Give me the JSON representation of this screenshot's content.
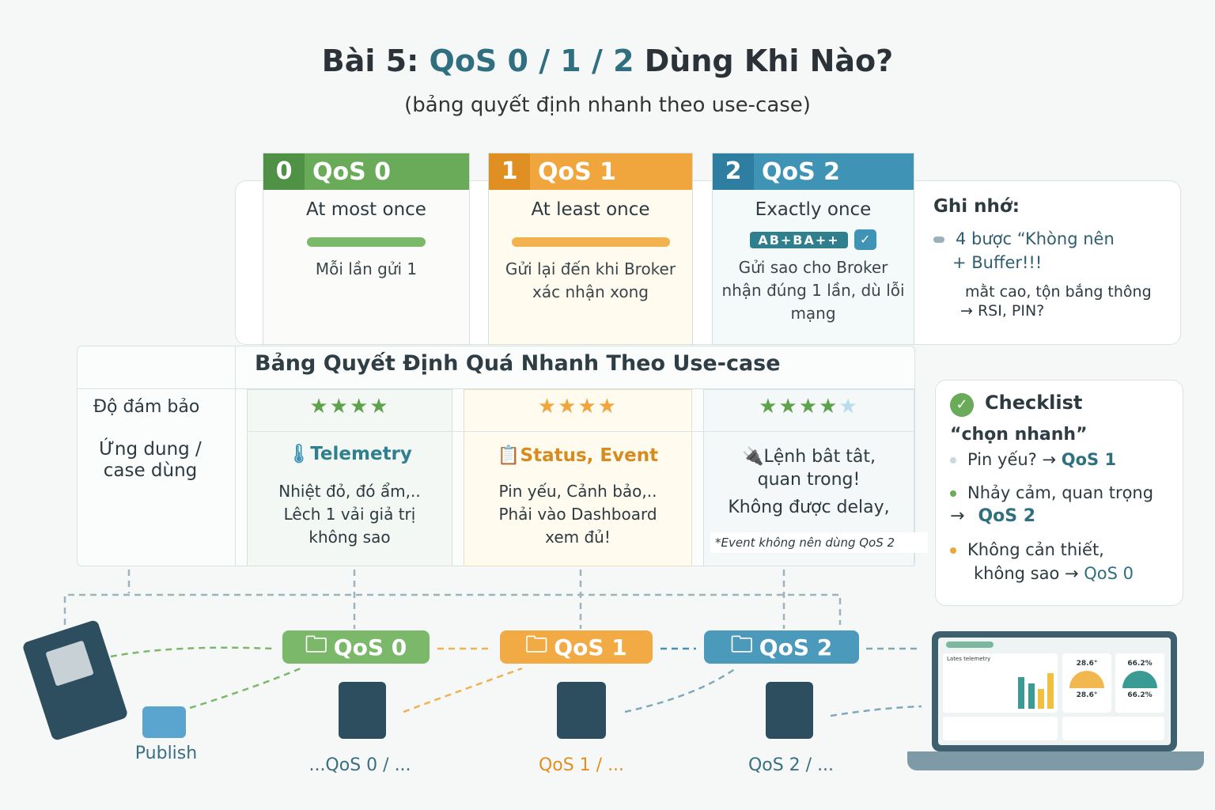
{
  "title": {
    "prefix": "Bài 5: ",
    "qos": "QoS 0 / 1 / 2",
    "suffix": " Dùng Khi Nào?"
  },
  "subtitle": "(bảng quyết định nhanh theo use-case)",
  "cards": [
    {
      "num": "0",
      "name": "QoS 0",
      "mode": "At most once",
      "desc": "Mỗi lần gửi 1",
      "color": "#6aab5a"
    },
    {
      "num": "1",
      "name": "QoS 1",
      "mode": "At least once",
      "desc": "Gửi lại đến khi Broker xác nhận xong",
      "color": "#f0a63c"
    },
    {
      "num": "2",
      "name": "QoS 2",
      "mode": "Exactly once",
      "handshake": "AB+BA++",
      "desc": "Gửi sao cho Broker nhận đúng 1 lần, dù lỗi mạng",
      "color": "#3f93b5"
    }
  ],
  "note": {
    "title": "Ghi nhớ:",
    "line1": "4 bược “Khòng nên",
    "line2": "+ Buffer!!!",
    "line3": "mằt cao, tộn bắng thông",
    "line4": "→ RSI, PIN?"
  },
  "table": {
    "title": "Bảng Quyết Định Quá Nhanh Theo Use-case",
    "row1": "Độ đám bảo",
    "row2": "Ứng dung / case dùng",
    "cols": [
      {
        "stars": "★★★★",
        "head": "Telemetry",
        "l1": "Nhiệt đỏ, đó ẩm,..",
        "l2": "Lêch 1 vải giả trị",
        "l3": "không sao"
      },
      {
        "stars": "★★★★",
        "head": "Status, Event",
        "l1": "Pin yếu, Cảnh bảo,..",
        "l2": "Phải vào Dashboard",
        "l3": "xem đủ!"
      },
      {
        "stars": "★★★★",
        "star5": "★",
        "head": "Lệnh bât tât,",
        "head2": "quan trong!",
        "l1": "Không được delay,",
        "note": "*Event không nên dùng QoS 2"
      }
    ]
  },
  "checklist": {
    "title": "Checklist",
    "sub": "“chọn nhanh”",
    "i1": "Pin yếu?",
    "i1b": "QoS 1",
    "i2": "Nhảy cảm, quan trọng",
    "i2b": "QoS 2",
    "i3": "Không cản thiết,",
    "i3b": "không sao",
    "i3c": "QoS 0"
  },
  "flow": {
    "p0": "QoS 0",
    "p1": "QoS 1",
    "p2": "QoS 2",
    "publish": "Publish",
    "l0": "...QoS 0 / ...",
    "l1": "QoS 1 / ...",
    "l2": "QoS 2 / ..."
  },
  "dashboard": {
    "title": "Lates telemetry",
    "temp": "28.6°",
    "hum": "66.2%"
  }
}
